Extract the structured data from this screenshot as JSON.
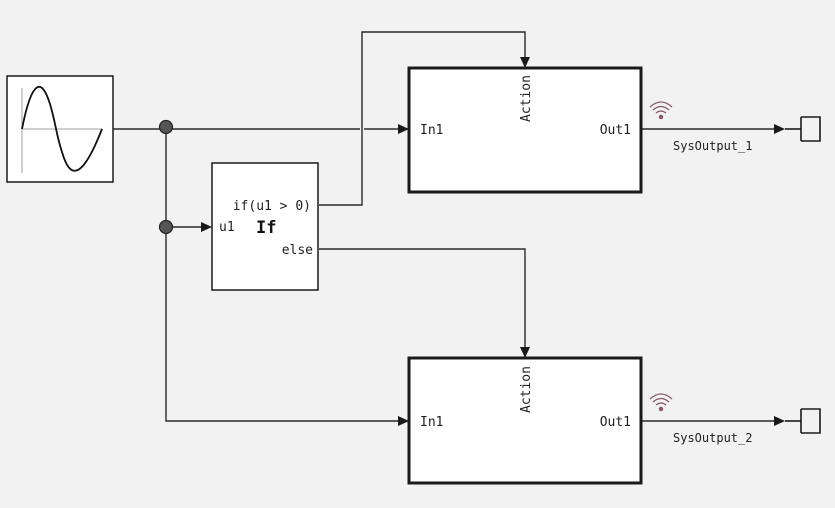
{
  "diagram": {
    "if_block": {
      "condition_label": "if(u1 > 0)",
      "input_label": "u1",
      "name": "If",
      "else_label": "else"
    },
    "subsystem_1": {
      "action_label": "Action",
      "in_label": "In1",
      "out_label": "Out1"
    },
    "subsystem_2": {
      "action_label": "Action",
      "in_label": "In1",
      "out_label": "Out1"
    },
    "signals": {
      "output_1": "SysOutput_1",
      "output_2": "SysOutput_2"
    },
    "colors": {
      "background": "#f2f2f2",
      "line": "#2a2a2a",
      "logging_icon": "#8a5a6a"
    }
  }
}
